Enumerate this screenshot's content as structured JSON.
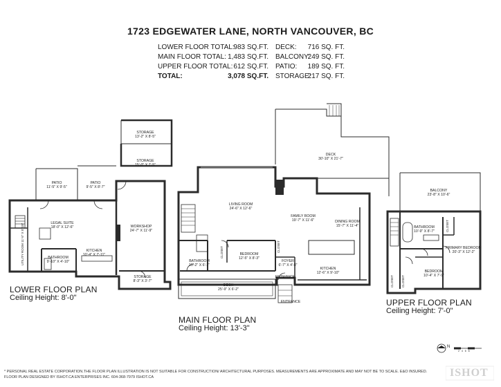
{
  "title": "1723 EDGEWATER LANE, NORTH VANCOUVER, BC",
  "areas_left": [
    {
      "label": "LOWER FLOOR TOTAL:",
      "value": "983 SQ.FT."
    },
    {
      "label": "MAIN FLOOR TOTAL:",
      "value": "1,483 SQ.FT."
    },
    {
      "label": "UPPER FLOOR TOTAL:",
      "value": "612 SQ.FT."
    },
    {
      "label": "TOTAL:",
      "value": "3,078 SQ.FT."
    }
  ],
  "areas_right": [
    {
      "label": "DECK:",
      "value": "716 SQ. FT."
    },
    {
      "label": "BALCONY:",
      "value": "249 SQ. FT."
    },
    {
      "label": "PATIO:",
      "value": "189 SQ. FT."
    },
    {
      "label": "STORAGE:",
      "value": "217 SQ. FT."
    }
  ],
  "lower": {
    "title": "LOWER FLOOR PLAN",
    "ceiling": "Ceiling Height: 8'-0\"",
    "rooms": [
      {
        "name": "STORAGE",
        "dim": "13'-2\" X 8'-5\""
      },
      {
        "name": "STORAGE",
        "dim": "15'-0\" X 7'-5\""
      },
      {
        "name": "PATIO",
        "dim": "11'-5\" X 9'-5\""
      },
      {
        "name": "PATIO",
        "dim": "9'-5\" X 8'-7\""
      },
      {
        "name": "LEGAL SUITE",
        "dim": "18'-0\" X 12'-6\""
      },
      {
        "name": "WORKSHOP",
        "dim": "24'-7\" X 11'-9\""
      },
      {
        "name": "UTILITY ROOM",
        "dim": "11'-5\" X 5'-10\""
      },
      {
        "name": "BATHROOM",
        "dim": "9'-10\" X 4'-10\""
      },
      {
        "name": "KITCHEN",
        "dim": "10'-4\" X 7'-11\""
      },
      {
        "name": "STORAGE",
        "dim": "8'-3\" X 3'-7\""
      }
    ]
  },
  "main": {
    "title": "MAIN FLOOR PLAN",
    "ceiling": "Ceiling Height: 13'-3\"",
    "rooms": [
      {
        "name": "DECK",
        "dim": "30'-10\" X 21'-7\""
      },
      {
        "name": "LIVING ROOM",
        "dim": "24'-6\" X 12'-6\""
      },
      {
        "name": "FAMILY ROOM",
        "dim": "19'-7\" X 11'-6\""
      },
      {
        "name": "DINING ROOM",
        "dim": "15'-7\" X 11'-4\""
      },
      {
        "name": "BEDROOM",
        "dim": "12'-5\" X 8'-3\""
      },
      {
        "name": "BATHROOM",
        "dim": "10'-2\" X 6'-1\""
      },
      {
        "name": "FOYER",
        "dim": "6'-7\" X 4'-8\""
      },
      {
        "name": "KITCHEN",
        "dim": "12'-6\" X 9'-10\""
      },
      {
        "name": "DECK",
        "dim": "25'-9\" X 6'-2\""
      }
    ],
    "labels": {
      "closet": "CLOSET",
      "closet2": "CLOSET",
      "entrance": "ENTRANCE",
      "entrance2": "ENTRANCE"
    }
  },
  "upper": {
    "title": "UPPER FLOOR PLAN",
    "ceiling": "Ceiling Height: 7'-0\"",
    "rooms": [
      {
        "name": "BALCONY",
        "dim": "23'-8\" X 10'-6\""
      },
      {
        "name": "BATHROOM",
        "dim": "10'-9\" X 8'-7\""
      },
      {
        "name": "PRIMARY BEDROOM",
        "dim": "20'-3\" X 12'-2\""
      },
      {
        "name": "BEDROOM",
        "dim": "10'-4\" X 7'-9\""
      }
    ],
    "labels": {
      "closet1": "CLOSET",
      "closet2": "CLOSET",
      "closet3": "CLOSET"
    }
  },
  "north": {
    "letter": "N",
    "scale_marks": "2   4   6   8"
  },
  "footer": {
    "line1": "* PERSONAL REAL ESTATE CORPORATION.THE FLOOR PLAN ILLUSTRATION IS NOT SUITABLE FOR CONSTRUCTION/ ARCHITECTURAL PURPOSES. MEASUREMENTS ARE APPROXIMATE AND MAY NOT BE TO SCALE. E&O INSURED.",
    "line2": "FLOOR PLAN DESIGNED BY ISHOT.CA ENTERPRISES INC. 604-368-7979  ISHOT.CA"
  },
  "brand": "ISHOT",
  "colors": {
    "wall": "#2b2b2b",
    "floor": "#ffffff",
    "accent": "#1a1a1a"
  }
}
